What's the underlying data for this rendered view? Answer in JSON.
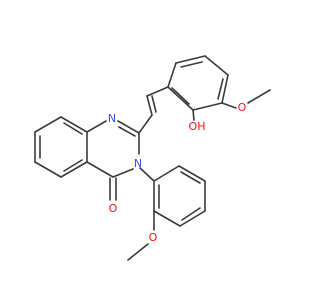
{
  "molecule": {
    "atom_labels": {
      "ring_nitrogen": "N",
      "amide_nitrogen": "N",
      "carbonyl_oxygen": "O",
      "hydroxyl": "OH",
      "methoxy_oxygen_top": "O",
      "methoxy_oxygen_bottom": "O"
    }
  },
  "colors": {
    "bond": "#3a3a3a",
    "nitrogen": "#3050f8",
    "oxygen": "#ff0d0d"
  }
}
